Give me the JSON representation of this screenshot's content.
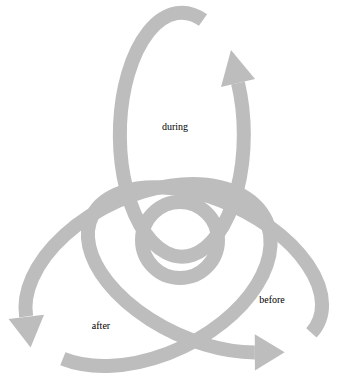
{
  "diagram": {
    "labels": [
      "during",
      "after",
      "before"
    ]
  }
}
